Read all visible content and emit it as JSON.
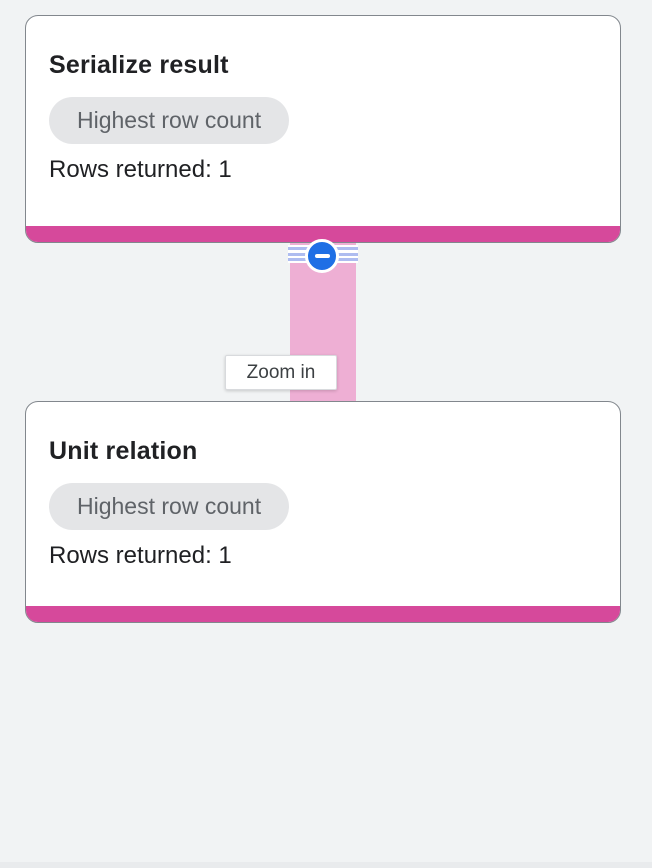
{
  "colors": {
    "canvas_bg": "#f1f3f4",
    "card_bg": "#ffffff",
    "card_border": "#82878d",
    "accent_pink": "#d6499b",
    "edge_pink": "#eeafd4",
    "collapse_blue": "#1f6fe5",
    "stripe_blue": "#aebcf0",
    "badge_bg": "#e4e5e7",
    "badge_text": "#5f6368",
    "title_text": "#202124",
    "tooltip_text": "#3c4043"
  },
  "nodes": [
    {
      "title": "Serialize result",
      "badge": "Highest row count",
      "rows": "Rows returned: 1"
    },
    {
      "title": "Unit relation",
      "badge": "Highest row count",
      "rows": "Rows returned: 1"
    }
  ],
  "edge": {
    "tooltip": "Zoom in",
    "collapse_icon": "minus-circle"
  }
}
